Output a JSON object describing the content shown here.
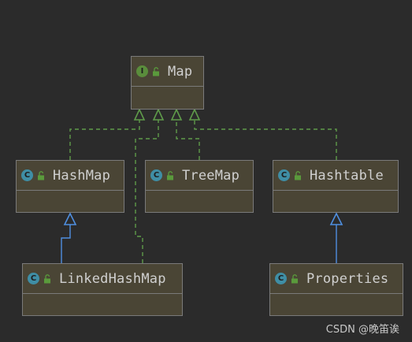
{
  "nodes": {
    "map": {
      "label": "Map",
      "kind": "interface",
      "badge": "I"
    },
    "hashmap": {
      "label": "HashMap",
      "kind": "class",
      "badge": "C"
    },
    "treemap": {
      "label": "TreeMap",
      "kind": "class",
      "badge": "C"
    },
    "hashtable": {
      "label": "Hashtable",
      "kind": "class",
      "badge": "C"
    },
    "linkedhashmap": {
      "label": "LinkedHashMap",
      "kind": "class",
      "badge": "C"
    },
    "properties": {
      "label": "Properties",
      "kind": "class",
      "badge": "C"
    }
  },
  "edges": [
    {
      "from": "HashMap",
      "to": "Map",
      "type": "implements"
    },
    {
      "from": "LinkedHashMap",
      "to": "Map",
      "type": "implements"
    },
    {
      "from": "TreeMap",
      "to": "Map",
      "type": "implements"
    },
    {
      "from": "Hashtable",
      "to": "Map",
      "type": "implements"
    },
    {
      "from": "LinkedHashMap",
      "to": "HashMap",
      "type": "extends"
    },
    {
      "from": "Properties",
      "to": "Hashtable",
      "type": "extends"
    }
  ],
  "colors": {
    "background": "#2b2b2b",
    "node_fill": "#4a4535",
    "node_border": "#7a7a7a",
    "implements_edge": "#5f9b4a",
    "extends_edge": "#4f8fe0",
    "class_badge": "#3f8ea5",
    "interface_badge": "#5a8d3c"
  },
  "watermark": "CSDN @晚笛诶"
}
